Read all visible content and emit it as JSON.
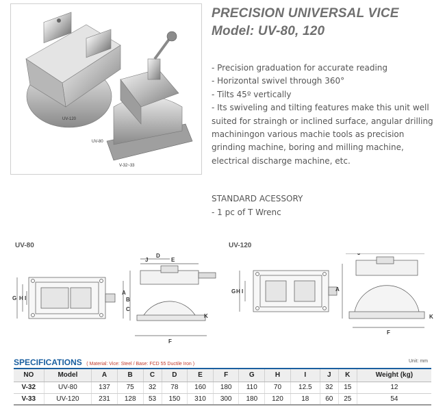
{
  "product": {
    "title": "PRECISION UNIVERSAL VICE",
    "model_line": "Model: UV-80, 120"
  },
  "photo": {
    "caption_uv120": "UV-120",
    "caption_uv80": "UV-80",
    "caption_v3233": "V-32~33"
  },
  "features": [
    "- Precision graduation for accurate reading",
    "- Horizontal swivel through 360°",
    "- Tilts 45º vertically",
    "- Its swiveling and tilting features make this unit well suited for straingh or inclined surface, angular drilling machiningon various machie tools as precision grinding machine, boring and milling machine, electrical discharge machine, etc."
  ],
  "accessory": {
    "title": "STANDARD ACESSORY",
    "item": "- 1 pc of T Wrenc"
  },
  "drawings": {
    "uv80_label": "UV-80",
    "uv120_label": "UV-120",
    "dims": [
      "A",
      "B",
      "C",
      "D",
      "E",
      "F",
      "G",
      "H",
      "I",
      "J",
      "K"
    ]
  },
  "specs": {
    "title": "SPECIFICATIONS",
    "material_note": "( Material: Vice: Steel / Base: FCD 55 Ductile Iron )",
    "unit": "Unit: mm",
    "columns": [
      "NO",
      "Model",
      "A",
      "B",
      "C",
      "D",
      "E",
      "F",
      "G",
      "H",
      "I",
      "J",
      "K",
      "Weight (kg)"
    ],
    "rows": [
      [
        "V-32",
        "UV-80",
        "137",
        "75",
        "32",
        "78",
        "160",
        "180",
        "110",
        "70",
        "12.5",
        "32",
        "15",
        "12"
      ],
      [
        "V-33",
        "UV-120",
        "231",
        "128",
        "53",
        "150",
        "310",
        "300",
        "180",
        "120",
        "18",
        "60",
        "25",
        "54"
      ]
    ]
  },
  "colors": {
    "title_gray": "#6f6f6f",
    "spec_blue": "#1a5fa0",
    "note_red": "#c0392b"
  }
}
